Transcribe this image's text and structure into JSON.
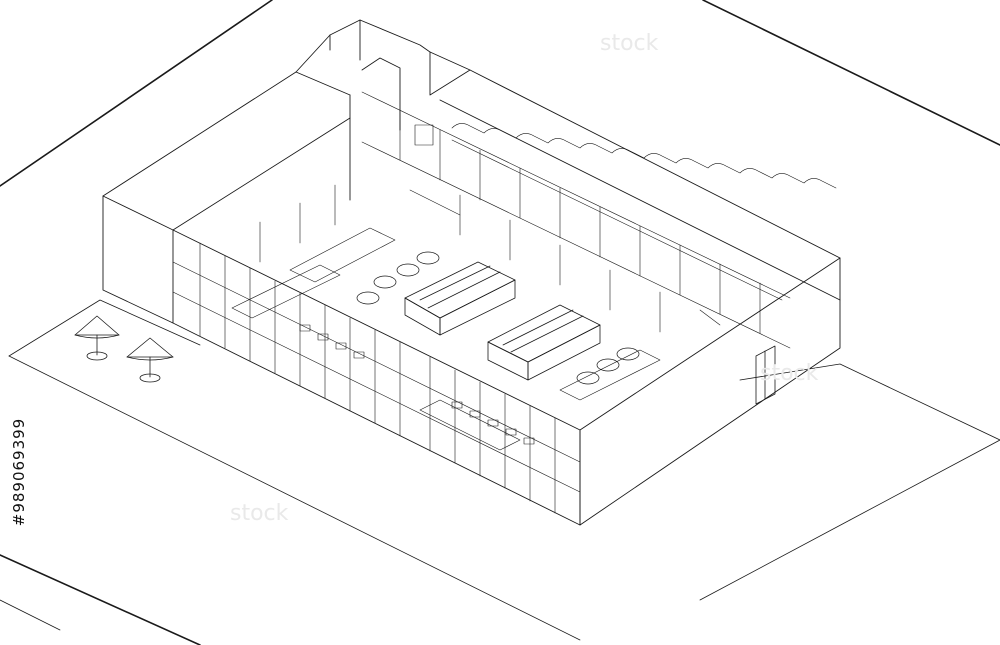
{
  "image_id_text": "#989069399",
  "drawing": {
    "style": "isometric-line-drawing",
    "subject": "restaurant-floor-plan",
    "line_color": "#1a1a1a",
    "background_color": "#ffffff",
    "watermark_text": "stock"
  }
}
